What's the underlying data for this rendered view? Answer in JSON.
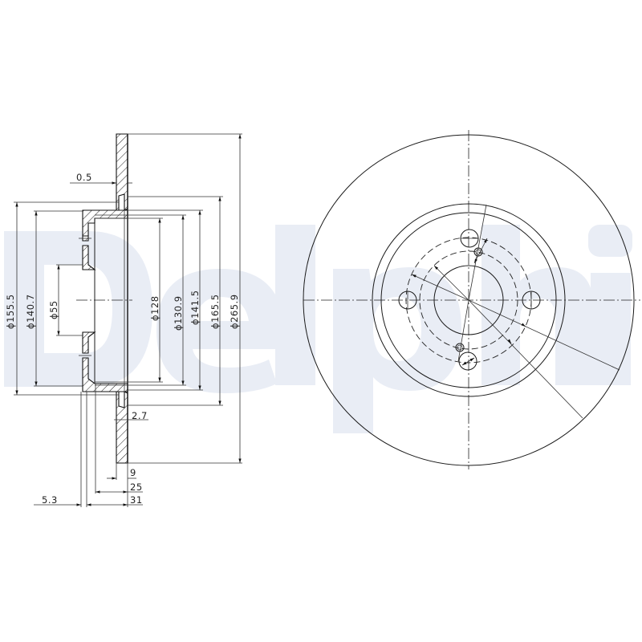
{
  "watermark": {
    "text": "Delphi",
    "color": "#e9edf5"
  },
  "drawing": {
    "title": "Brake disc technical drawing",
    "views": [
      "cross-section",
      "front-view"
    ],
    "cross_section": {
      "diameters": [
        {
          "id": "d155_5",
          "label": "ϕ155.5"
        },
        {
          "id": "d140_7",
          "label": "ϕ140.7"
        },
        {
          "id": "d55",
          "label": "ϕ55"
        },
        {
          "id": "d128",
          "label": "ϕ128"
        },
        {
          "id": "d130_9",
          "label": "ϕ130.9"
        },
        {
          "id": "d141_5",
          "label": "ϕ141.5"
        },
        {
          "id": "d165_5",
          "label": "ϕ165.5"
        },
        {
          "id": "d265_9",
          "label": "ϕ265.9"
        }
      ],
      "lengths": [
        {
          "id": "l0_5",
          "label": "0.5"
        },
        {
          "id": "l2_7",
          "label": "2.7"
        },
        {
          "id": "l9",
          "label": "9"
        },
        {
          "id": "l25",
          "label": "25"
        },
        {
          "id": "l5_3",
          "label": "5.3"
        },
        {
          "id": "l31",
          "label": "31"
        }
      ]
    },
    "front_view": {
      "bolt_holes": 4,
      "locating_holes": 2
    }
  },
  "labels": {
    "d155_5": "ϕ155.5",
    "d140_7": "ϕ140.7",
    "d55": "ϕ55",
    "d128": "ϕ128",
    "d130_9": "ϕ130.9",
    "d141_5": "ϕ141.5",
    "d165_5": "ϕ165.5",
    "d265_9": "ϕ265.9",
    "l0_5": "0.5",
    "l2_7": "2.7",
    "l9": "9",
    "l25": "25",
    "l5_3": "5.3",
    "l31": "31"
  }
}
